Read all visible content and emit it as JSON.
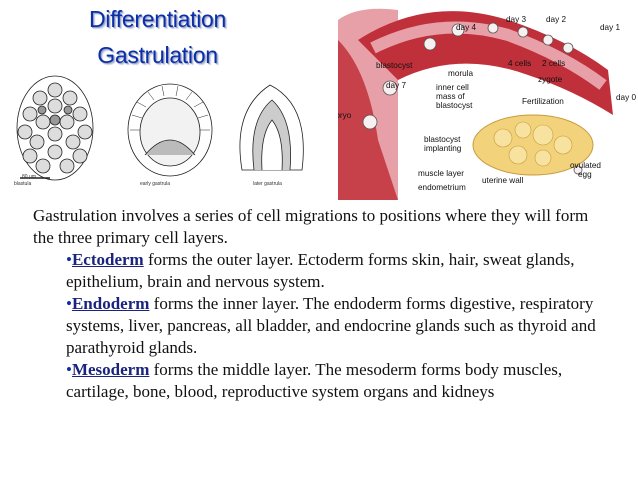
{
  "titles": {
    "line1": "Differentiation",
    "line2": "Gastrulation"
  },
  "embryo_captions": {
    "blastula": "blastula",
    "early": "early gastrula",
    "later": "later gastrula",
    "scale": "80 µm"
  },
  "diagram_labels": {
    "day4": "day 4",
    "day3": "day 3",
    "day2": "day 2",
    "day1": "day 1",
    "day0": "day 0",
    "day7": "day 7",
    "blastocyst": "blastocyst",
    "morula": "morula",
    "cells4": "4 cells",
    "cells2": "2 cells",
    "zygote": "zygote",
    "icm1": "inner cell",
    "icm2": "mass of",
    "icm3": "blastocyst",
    "fertilization": "Fertilization",
    "embryo": "embryo",
    "implant1": "blastocyst",
    "implant2": "implanting",
    "muscle": "muscle layer",
    "endometrium": "endometrium",
    "uterine": "uterine wall",
    "ovulated1": "ovulated",
    "ovulated2": "egg"
  },
  "body": {
    "intro": "Gastrulation involves a series of cell migrations to positions where they will form the three primary cell layers.",
    "bullet_char": "•",
    "items": [
      {
        "term": "Ectoderm",
        "text": " forms the outer layer. Ectoderm forms skin, hair, sweat glands, epithelium, brain and nervous system."
      },
      {
        "term": "Endoderm",
        "text": " forms the inner layer. The endoderm forms digestive, respiratory systems, liver, pancreas, all bladder, and endocrine glands such as thyroid and parathyroid glands."
      },
      {
        "term": "Mesoderm",
        "text": " forms the middle layer. The mesoderm forms body muscles, cartilage, bone, blood, reproductive system organs and kidneys"
      }
    ]
  },
  "colors": {
    "title": "#0b2fa8",
    "uterus": "#c0303a",
    "tissue": "#e8a0a8",
    "ovary": "#f2d27a"
  }
}
